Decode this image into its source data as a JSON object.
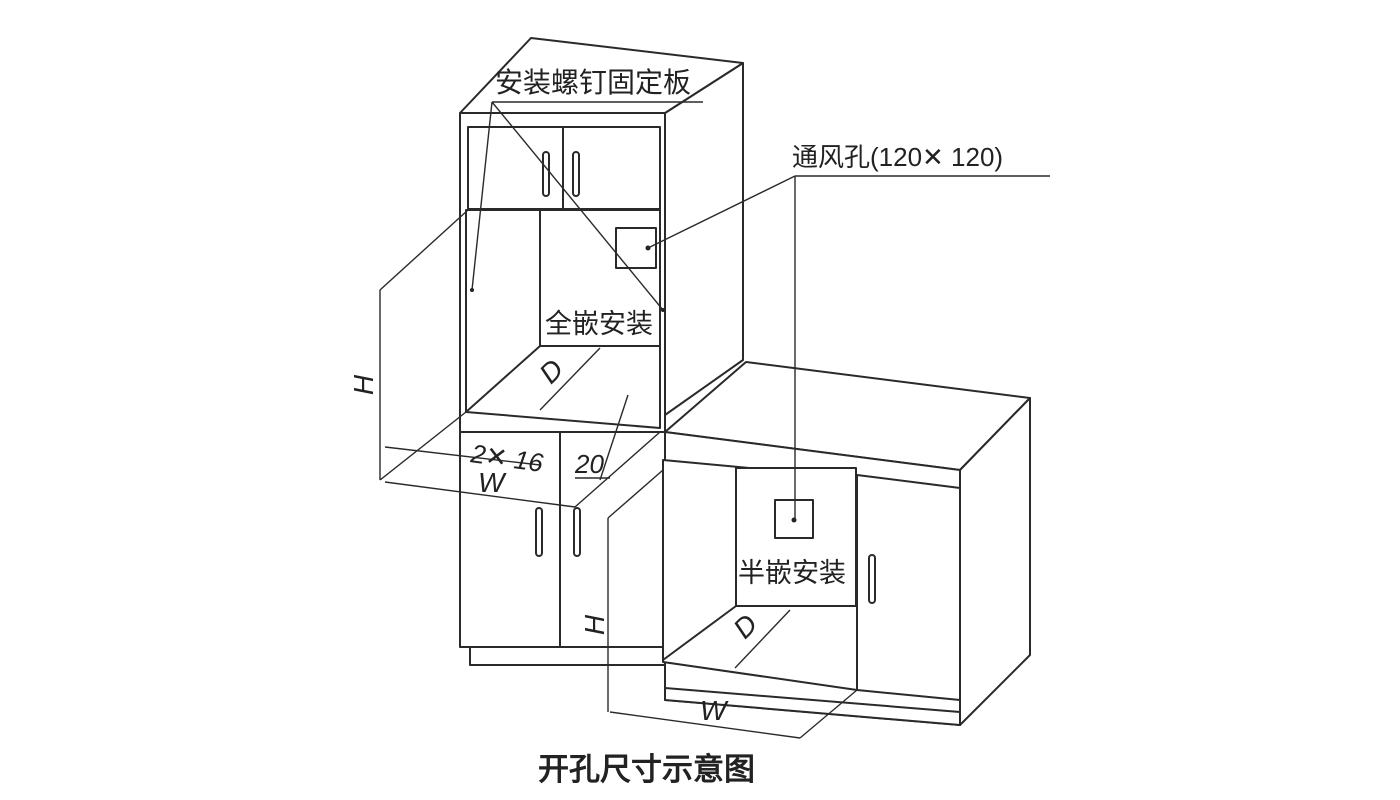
{
  "labels": {
    "mount_plate": "安装螺钉固定板",
    "vent_hole": "通风孔(120✕ 120)",
    "full_embed": "全嵌安装",
    "half_embed": "半嵌安装",
    "caption": "开孔尺寸示意图"
  },
  "dimensions": {
    "upper_h": "H",
    "upper_d": "D",
    "upper_w": "W",
    "upper_side": "2✕ 16",
    "upper_gap": "20",
    "lower_h": "H",
    "lower_d": "D",
    "lower_w": "W"
  },
  "colors": {
    "line": "#2a2a2a",
    "background": "#ffffff"
  }
}
